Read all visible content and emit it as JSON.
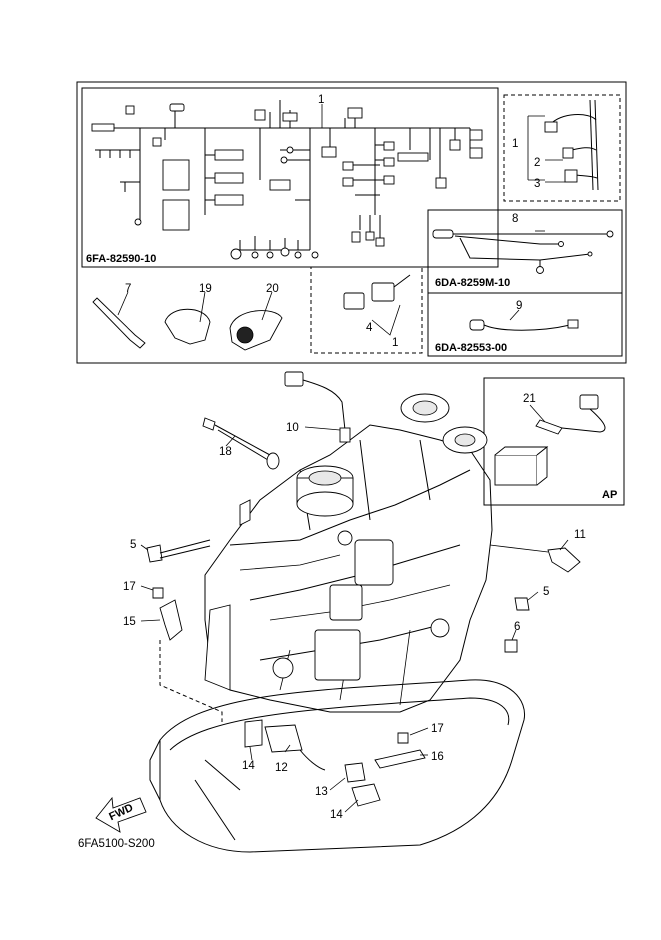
{
  "kit_codes": {
    "harness_main": "6FA-82590-10",
    "harness_sub": "6DA-8259M-10",
    "lead_wire": "6DA-82553-00"
  },
  "callouts": {
    "c1": "1",
    "c1b": "1",
    "c1c": "1",
    "c2": "2",
    "c3": "3",
    "c4": "4",
    "c5a": "5",
    "c5b": "5",
    "c6": "6",
    "c7": "7",
    "c8": "8",
    "c9": "9",
    "c10": "10",
    "c11": "11",
    "c12": "12",
    "c13": "13",
    "c14a": "14",
    "c14b": "14",
    "c15": "15",
    "c16": "16",
    "c17a": "17",
    "c17b": "17",
    "c18": "18",
    "c19": "19",
    "c20": "20",
    "c21": "21"
  },
  "inset_label": "AP",
  "direction_label": "FWD",
  "drawing_number": "6FA5100-S200"
}
